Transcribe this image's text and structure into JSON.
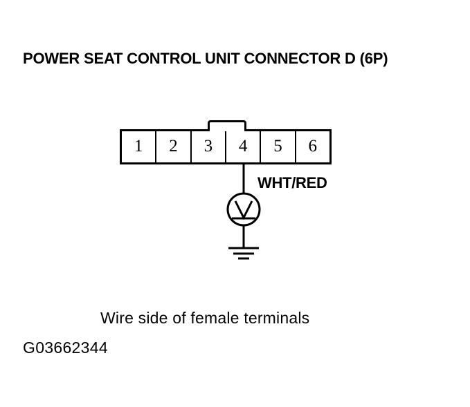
{
  "figure": {
    "title": "POWER SEAT CONTROL UNIT CONNECTOR D (6P)",
    "caption": "Wire side of female terminals",
    "code": "G03662344",
    "ink_color": "#000000",
    "background_color": "#ffffff"
  },
  "connector": {
    "name": "POWER SEAT CONTROL UNIT CONNECTOR D",
    "cavity_count": "6P",
    "pins": [
      {
        "number": "1"
      },
      {
        "number": "2"
      },
      {
        "number": "3"
      },
      {
        "number": "4"
      },
      {
        "number": "5"
      },
      {
        "number": "6"
      }
    ],
    "tab": {
      "label": "locking-tab",
      "spans_pins": "3-4"
    }
  },
  "circuit": {
    "wire": {
      "from_pin": "4",
      "color_code": "WHT/RED"
    },
    "meter": {
      "symbol": "V",
      "type": "dc-voltmeter"
    },
    "ground": {
      "symbol": "earth-ground"
    }
  }
}
